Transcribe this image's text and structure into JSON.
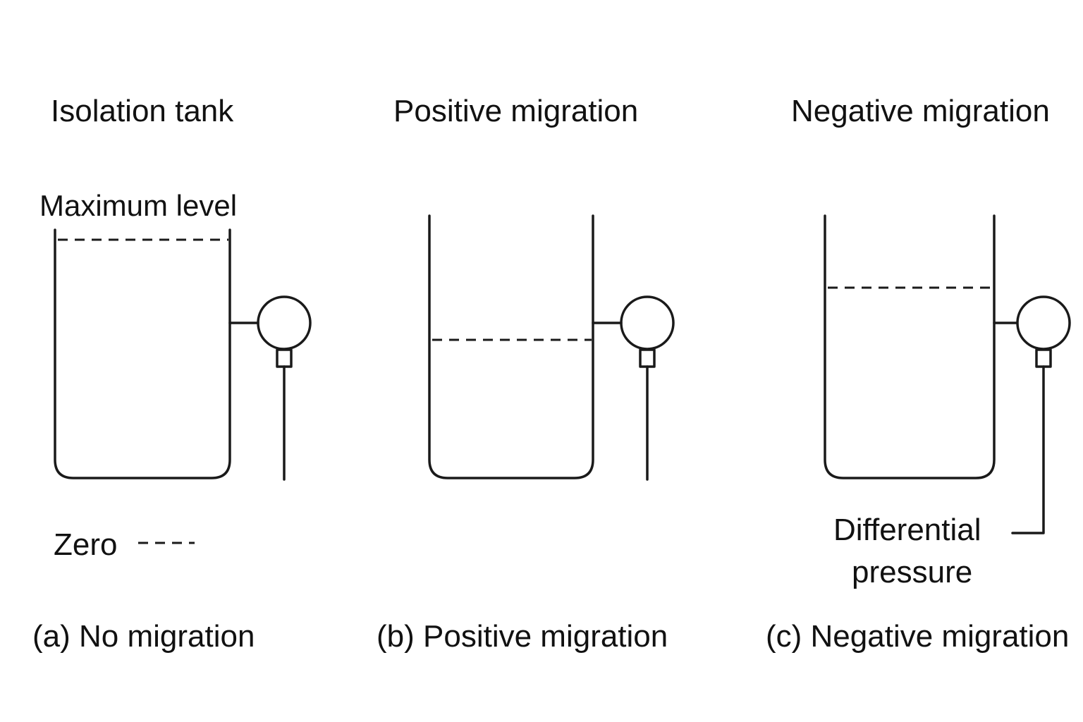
{
  "panels": [
    {
      "heading": "Isolation tank",
      "caption": "(a) No migration",
      "level_label": "Maximum level",
      "zero_label": "Zero"
    },
    {
      "heading": "Positive migration",
      "caption": "(b) Positive migration"
    },
    {
      "heading": "Negative migration",
      "caption": "(c) Negative migration",
      "gauge_label_line1": "Differential",
      "gauge_label_line2": "pressure"
    }
  ],
  "colors": {
    "line": "#1a1a1a",
    "text": "#111111",
    "background": "#ffffff"
  }
}
